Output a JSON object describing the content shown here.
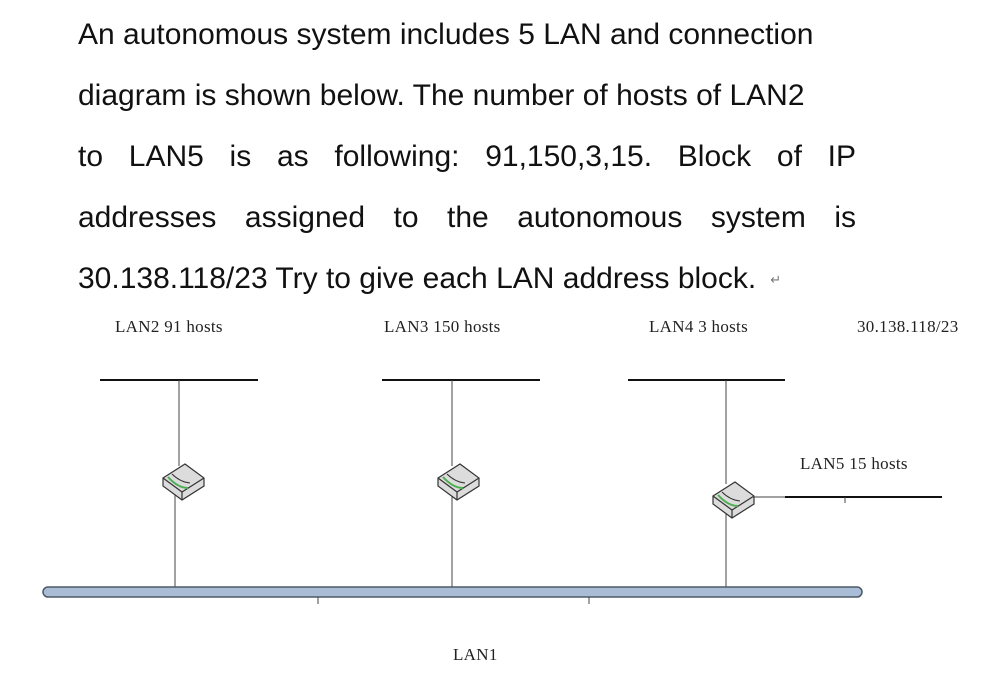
{
  "question": {
    "lines": [
      "An autonomous system includes 5 LAN and connection",
      "diagram is shown below. The number of hosts of LAN2",
      "to LAN5 is as following: 91,150,3,15. Block of IP",
      "addresses assigned to the autonomous system is",
      "30.138.118/23 Try to give each LAN address block."
    ],
    "return_mark": "↵"
  },
  "diagram": {
    "lan2_label": "LAN2 91 hosts",
    "lan3_label": "LAN3 150 hosts",
    "lan4_label": "LAN4 3 hosts",
    "block_label": "30.138.118/23",
    "lan5_label": "LAN5 15 hosts",
    "lan1_label": "LAN1",
    "router_icon": "router-icon",
    "colors": {
      "backbone_fill": "#a9bdd6",
      "backbone_stroke": "#4d5a66",
      "router_body": "#dcdcdc",
      "router_accent": "#4caf50"
    }
  }
}
